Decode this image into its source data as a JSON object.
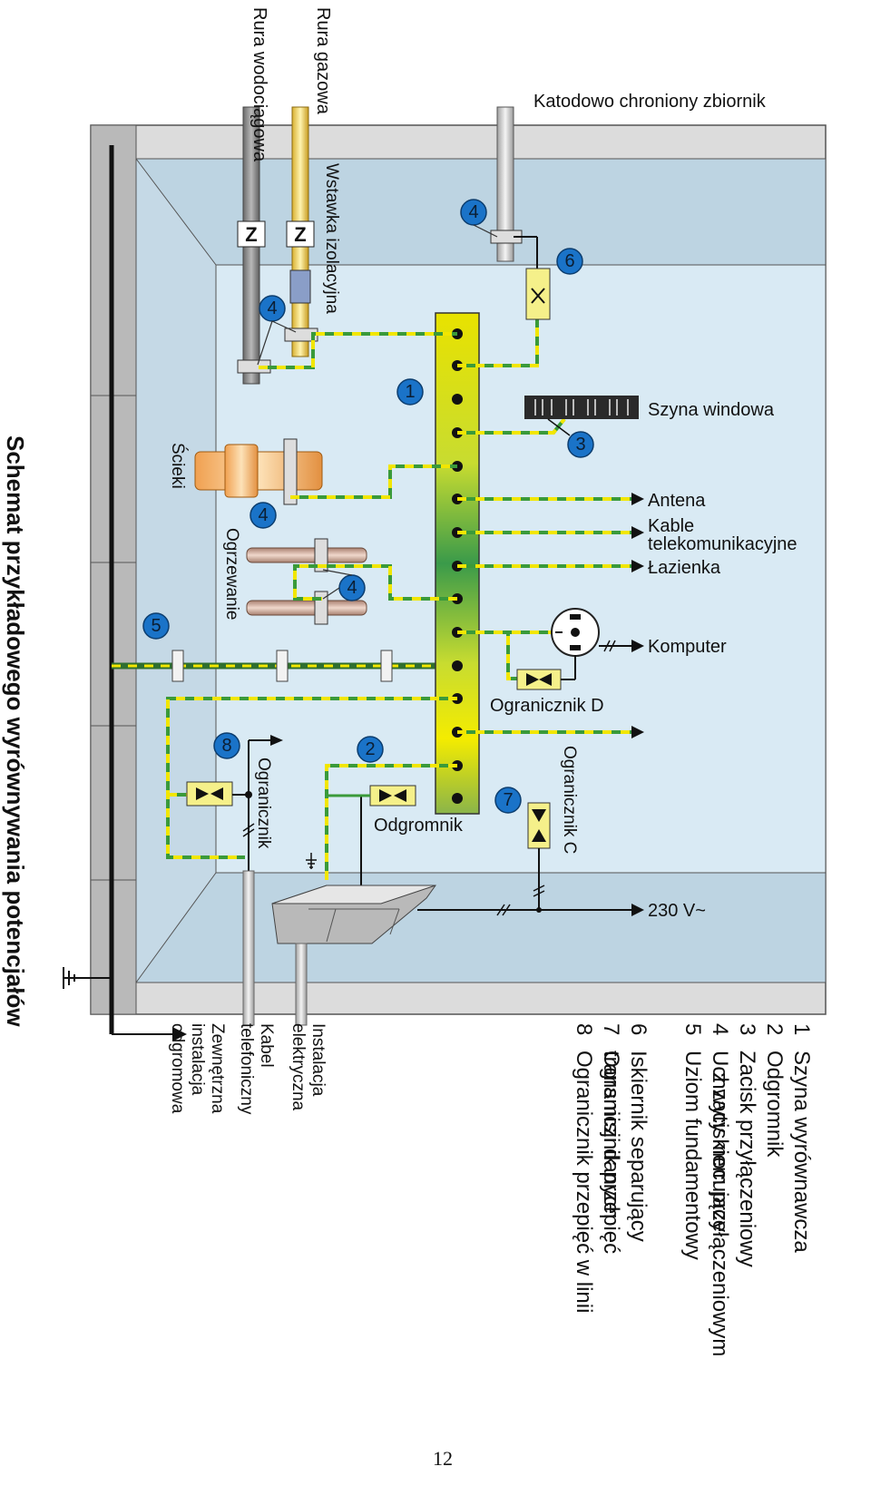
{
  "title": "Schemat przykładowego wyrównywania potencjałów",
  "page_number": "12",
  "pipes": {
    "water": "Rura wodociągowa",
    "gas": "Rura gazowa",
    "insulating_insert": "Wstawka izolacyjna",
    "tank": "Katodowo chroniony zbiornik",
    "sewage": "Ścieki",
    "heating": "Ogrzewanie",
    "meter_mark": "Z"
  },
  "outputs": {
    "elevator": "Szyna windowa",
    "antenna": "Antena",
    "telecom": "Kable telekomunikacyjne",
    "bathroom": "Łazienka",
    "computer": "Komputer",
    "mains": "230 V~"
  },
  "devices": {
    "limiter_d": "Ogranicznik D",
    "limiter_c": "Ogranicznik C",
    "lightning_arrester": "Odgromnik",
    "limiter": "Ogranicznik"
  },
  "bottom": {
    "electrical": "Instalacja elektryczna",
    "phone": "Kabel telefoniczny",
    "external": "Zewnętrzna instalacja odgromowa"
  },
  "legend": [
    {
      "num": "1",
      "text": "Szyna wyrównawcza"
    },
    {
      "num": "2",
      "text": "Odgromnik"
    },
    {
      "num": "3",
      "text": "Zacisk przyłączeniowy"
    },
    {
      "num": "4",
      "text": "Uchwyty mocujące"
    },
    {
      "num": "5",
      "text": "Uziom fundamentowy z zaciskiem przyłączeniowym"
    },
    {
      "num": "6",
      "text": "Iskiernik separujący"
    },
    {
      "num": "7",
      "text": "Ogranicznik przepięć"
    },
    {
      "num": "8",
      "text": "Ogranicznik przepięć w linii transmisji danych"
    }
  ],
  "badges": [
    "1",
    "2",
    "3",
    "4",
    "5",
    "6",
    "7",
    "8"
  ],
  "colors": {
    "wall": "#bfd6e4",
    "room": "#d6e9f3",
    "frame": "#d9d9d9",
    "badge": "#1a73c8",
    "device": "#f5f08a",
    "pe_green": "#3a9a3a",
    "pe_yellow": "#f2e600"
  }
}
